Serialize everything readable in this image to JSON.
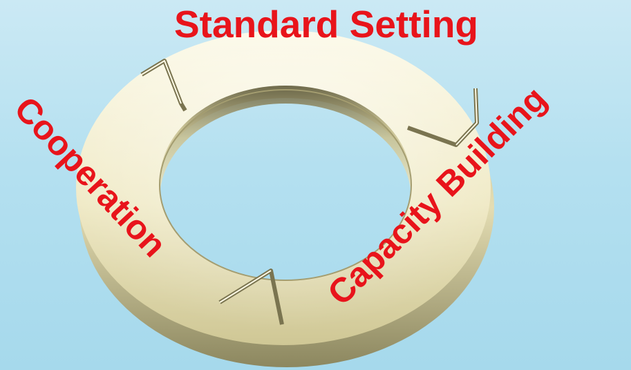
{
  "diagram": {
    "labels": {
      "top": "Standard Setting",
      "left": "Cooperation",
      "right": "Capacity Building"
    },
    "colors": {
      "background_top": "#cbe9f4",
      "background_bottom": "#a6d9ec",
      "ring_light": "#f7f3d6",
      "ring_mid": "#d9d2a4",
      "ring_shadow": "#8f8a62",
      "label": "#e8141b"
    }
  }
}
